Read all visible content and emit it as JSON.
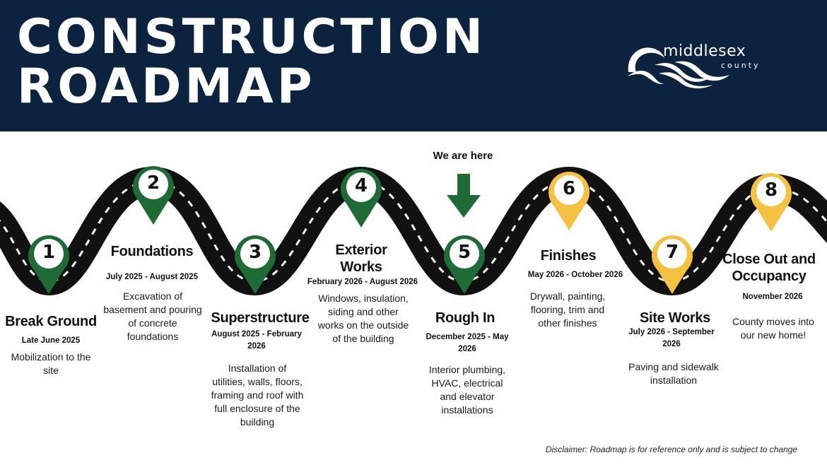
{
  "header": {
    "title_line1": "CONSTRUCTION",
    "title_line2": "ROADMAP",
    "logo_name": "middlesex",
    "logo_sub": "county"
  },
  "marker": {
    "label": "We are here",
    "color": "#1f6b35"
  },
  "colors": {
    "header_bg": "#0c2340",
    "completed": "#1f6b35",
    "upcoming": "#f5c140",
    "road": "#111111"
  },
  "steps": [
    {
      "number": "1",
      "title": "Break Ground",
      "date": "Late June 2025",
      "desc": "Mobilization to the site",
      "status": "completed"
    },
    {
      "number": "2",
      "title": "Foundations",
      "date": "July 2025 - August 2025",
      "desc": "Excavation of basement and pouring of concrete foundations",
      "status": "completed"
    },
    {
      "number": "3",
      "title": "Superstructure",
      "date": "August 2025 - February 2026",
      "desc": "Installation of utilities, walls, floors, framing and roof with full enclosure of the building",
      "status": "completed"
    },
    {
      "number": "4",
      "title": "Exterior Works",
      "date": "February 2026 - August 2026",
      "desc": "Windows, insulation, siding and other works on the outside of the building",
      "status": "completed"
    },
    {
      "number": "5",
      "title": "Rough In",
      "date": "December 2025 - May 2026",
      "desc": "Interior plumbing, HVAC, electrical and elevator installations",
      "status": "current"
    },
    {
      "number": "6",
      "title": "Finishes",
      "date": "May 2026 - October 2026",
      "desc": "Drywall, painting, flooring, trim and other finishes",
      "status": "upcoming"
    },
    {
      "number": "7",
      "title": "Site Works",
      "date": "July 2026 - September 2026",
      "desc": "Paving and sidewalk installation",
      "status": "upcoming"
    },
    {
      "number": "8",
      "title": "Close Out and Occupancy",
      "date": "November 2026",
      "desc": "County moves into our new home!",
      "status": "upcoming"
    }
  ],
  "disclaimer": "Disclaimer: Roadmap is for reference only and is subject to change"
}
